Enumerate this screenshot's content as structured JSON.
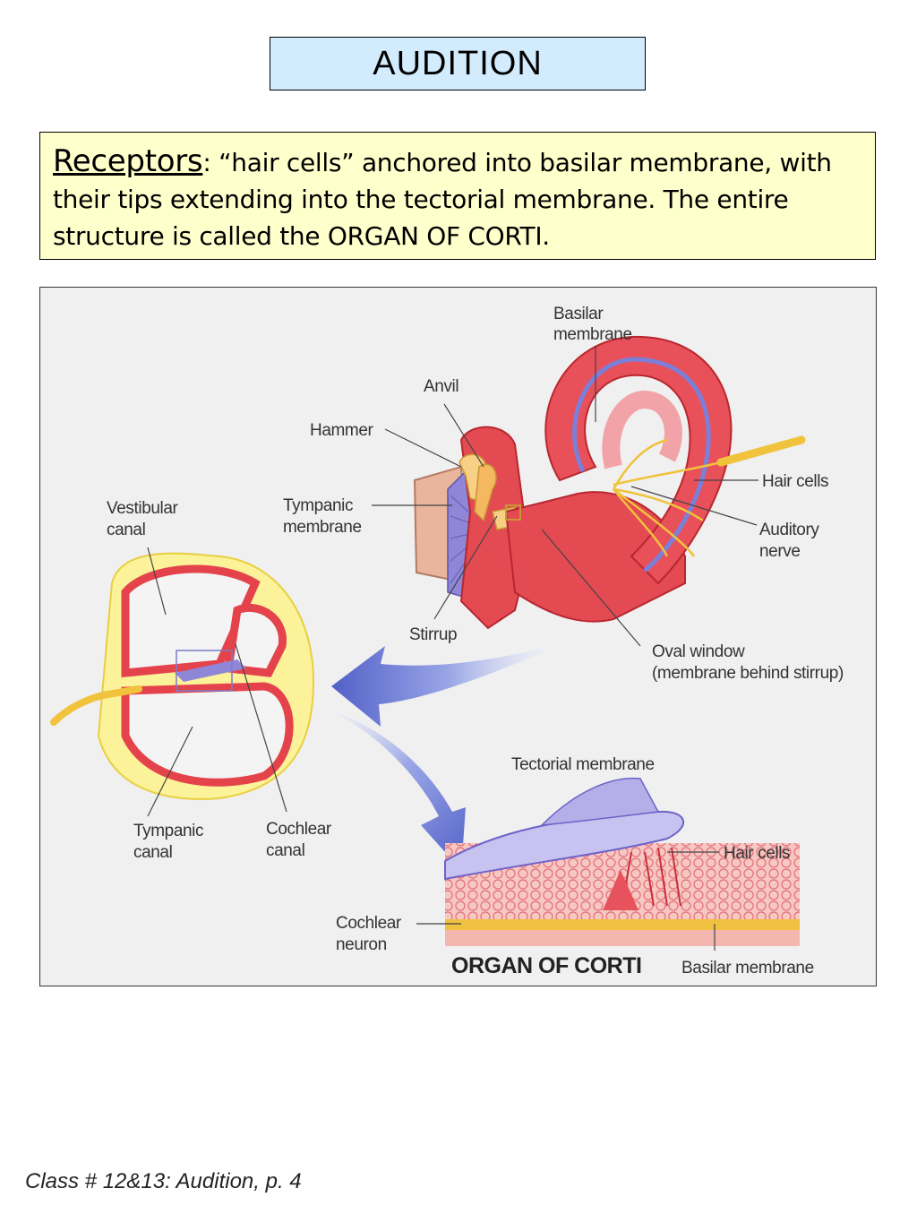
{
  "title": "AUDITION",
  "description": {
    "keyword": "Receptors",
    "colon": ": ",
    "text": "“hair cells” anchored into basilar membrane, with their tips extending into the tectorial membrane. The entire structure is called the ORGAN OF CORTI."
  },
  "diagram_labels": {
    "basilar_membrane_top_1": "Basilar",
    "basilar_membrane_top_2": "membrane",
    "anvil": "Anvil",
    "hammer": "Hammer",
    "tympanic_membrane_1": "Tympanic",
    "tympanic_membrane_2": "membrane",
    "hair_cells_top": "Hair cells",
    "auditory_nerve_1": "Auditory",
    "auditory_nerve_2": "nerve",
    "vestibular_canal_1": "Vestibular",
    "vestibular_canal_2": "canal",
    "stirrup": "Stirrup",
    "oval_window_1": "Oval window",
    "oval_window_2": "(membrane behind stirrup)",
    "tectorial_membrane": "Tectorial membrane",
    "hair_cells_bottom": "Hair cells",
    "tympanic_canal_1": "Tympanic",
    "tympanic_canal_2": "canal",
    "cochlear_canal_1": "Cochlear",
    "cochlear_canal_2": "canal",
    "cochlear_neuron_1": "Cochlear",
    "cochlear_neuron_2": "neuron",
    "organ_of_corti": "ORGAN OF CORTI",
    "basilar_membrane_bottom": "Basilar membrane"
  },
  "footer": "Class # 12&13: Audition, p. 4"
}
